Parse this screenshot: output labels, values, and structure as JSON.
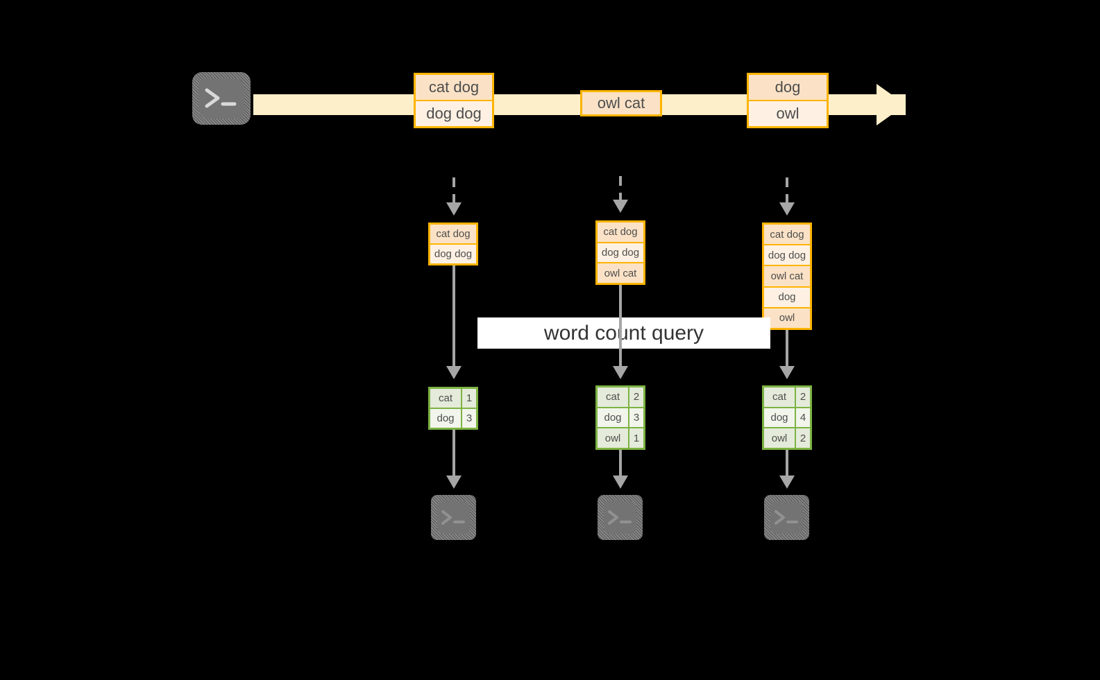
{
  "diagram": {
    "title_banner": "word count query",
    "colors": {
      "background": "#000000",
      "stream_fill": "#FDEFC9",
      "record_border": "#FFB400",
      "record_fill_a": "#FBE2C6",
      "record_fill_b": "#FEF1E3",
      "table_border": "#7CB342",
      "table_fill_a": "#E4EBDA",
      "table_fill_b": "#F2F5EC",
      "arrow_gray": "#A6A6A6",
      "terminal_fill": "#737373",
      "banner_fill": "#FFFFFF"
    },
    "icons": {
      "producer_terminal": "terminal-prompt-icon",
      "consumer_terminal": "terminal-prompt-icon",
      "terminal_glyph": ">_"
    },
    "stream": {
      "name": "event-stream-arrow",
      "records": [
        {
          "lines": [
            "cat dog",
            "dog dog"
          ]
        },
        {
          "lines": [
            "owl cat"
          ]
        },
        {
          "lines": [
            "dog",
            "owl"
          ]
        }
      ]
    },
    "snapshots": [
      {
        "label": "snapshot-1",
        "lines": [
          "cat dog",
          "dog dog"
        ]
      },
      {
        "label": "snapshot-2",
        "lines": [
          "cat dog",
          "dog dog",
          "owl cat"
        ]
      },
      {
        "label": "snapshot-3",
        "lines": [
          "cat dog",
          "dog dog",
          "owl cat",
          "dog",
          "owl"
        ]
      }
    ],
    "results": [
      {
        "label": "result-1",
        "rows": [
          {
            "word": "cat",
            "count": "1"
          },
          {
            "word": "dog",
            "count": "3"
          }
        ]
      },
      {
        "label": "result-2",
        "rows": [
          {
            "word": "cat",
            "count": "2"
          },
          {
            "word": "dog",
            "count": "3"
          },
          {
            "word": "owl",
            "count": "1"
          }
        ]
      },
      {
        "label": "result-3",
        "rows": [
          {
            "word": "cat",
            "count": "2"
          },
          {
            "word": "dog",
            "count": "4"
          },
          {
            "word": "owl",
            "count": "2"
          }
        ]
      }
    ]
  }
}
